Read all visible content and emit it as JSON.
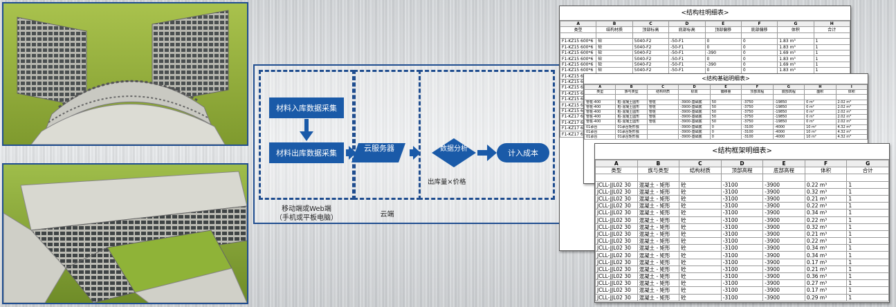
{
  "flow": {
    "nodes": {
      "collect_in": "材料入库数据采集",
      "collect_out": "材料出库数据采集",
      "cloud_server": "云服务器",
      "analysis": "数据分析",
      "cost": "计入成本"
    },
    "formula": "出库量×价格",
    "areas": {
      "mobile_line1": "移动端或Web端",
      "mobile_line2": "（手机或平板电脑）",
      "cloud": "云端"
    },
    "colors": {
      "primary": "#1a5aa8",
      "dash": "#1f4d8f"
    }
  },
  "tables": {
    "column": {
      "title": "<结构柱明细表>",
      "letters": [
        "A",
        "B",
        "C",
        "D",
        "E",
        "F",
        "G",
        "H"
      ],
      "headers": [
        "类型",
        "结构材质",
        "顶部标高",
        "底部标高",
        "顶部偏移",
        "底部偏移",
        "体积",
        "合计"
      ],
      "rows": [
        [
          "F1-KZ15 600*6",
          "砼",
          "5040-F2",
          "-50-F1",
          "0",
          "0",
          "1.83 m³",
          "1"
        ],
        [
          "F1-KZ15 600*6",
          "砼",
          "5040-F2",
          "-50-F1",
          "0",
          "0",
          "1.83 m³",
          "1"
        ],
        [
          "F1-KZ15 600*6",
          "砼",
          "5040-F2",
          "-50-F1",
          "-390",
          "0",
          "1.69 m³",
          "1"
        ],
        [
          "F1-KZ15 600*6",
          "砼",
          "5040-F2",
          "-50-F1",
          "0",
          "0",
          "1.83 m³",
          "1"
        ],
        [
          "F1-KZ15 600*6",
          "砼",
          "5040-F2",
          "-50-F1",
          "-390",
          "0",
          "1.69 m³",
          "1"
        ],
        [
          "F1-KZ15 600*6",
          "砼",
          "5040-F2",
          "-50-F1",
          "0",
          "0",
          "1.83 m³",
          "1"
        ],
        [
          "F1-KZ15 60",
          "",
          "",
          "",
          "",
          "",
          "",
          ""
        ],
        [
          "F1-KZ15 60",
          "",
          "",
          "",
          "",
          "",
          "",
          ""
        ],
        [
          "F1-KZ15 60",
          "",
          "",
          "",
          "",
          "",
          "",
          ""
        ],
        [
          "F1-KZ15 60",
          "",
          "",
          "",
          "",
          "",
          "",
          ""
        ],
        [
          "F1-KZ15 60",
          "",
          "",
          "",
          "",
          "",
          "",
          ""
        ],
        [
          "F1-KZ15 60",
          "",
          "",
          "",
          "",
          "",
          "",
          ""
        ],
        [
          "F1-KZ15 60",
          "",
          "",
          "",
          "",
          "",
          "",
          ""
        ],
        [
          "F1-KZ17 60",
          "",
          "",
          "",
          "",
          "",
          "",
          ""
        ],
        [
          "F1-KZ17 60",
          "",
          "",
          "",
          "",
          "",
          "",
          ""
        ],
        [
          "F1-KZ17 60",
          "",
          "",
          "",
          "",
          "",
          "",
          ""
        ],
        [
          "F1-KZ17 60",
          "",
          "",
          "",
          "",
          "",
          "",
          ""
        ]
      ]
    },
    "foundation": {
      "title": "<结构基础明细表>",
      "letters": [
        "A",
        "B",
        "C",
        "D",
        "E",
        "F",
        "G",
        "H",
        "I"
      ],
      "headers": [
        "类型",
        "族与类型",
        "结构材质",
        "标高",
        "偏移量",
        "顶部高程",
        "底部高程",
        "面积",
        "体积"
      ],
      "rows": [
        [
          "管桩-400",
          "桩-混凝土圆形",
          "管桩",
          "-3900-基础底",
          "50",
          "-3750",
          "-19850",
          "0 m²",
          "2.02 m³"
        ],
        [
          "管桩-400",
          "桩-混凝土圆形",
          "管桩",
          "-3900-基础底",
          "50",
          "-3750",
          "-19850",
          "0 m²",
          "2.02 m³"
        ],
        [
          "管桩-400",
          "桩-混凝土圆形",
          "管桩",
          "-3900-基础底",
          "50",
          "-3750",
          "-19850",
          "0 m²",
          "2.02 m³"
        ],
        [
          "管桩-400",
          "桩-混凝土圆形",
          "管桩",
          "-3900-基础底",
          "50",
          "-3750",
          "-19850",
          "0 m²",
          "2.02 m³"
        ],
        [
          "管桩-400",
          "桩-混凝土圆形",
          "管桩",
          "-3900-基础底",
          "50",
          "-3750",
          "-19850",
          "0 m²",
          "2.02 m³"
        ],
        [
          "01承台",
          "01承台矩形独",
          "",
          "-3900-基础底",
          "0",
          "-3100",
          "-4000",
          "10 m²",
          "4.32 m³"
        ],
        [
          "01承台",
          "01承台矩形独",
          "",
          "-3900-基础底",
          "0",
          "-3100",
          "-4000",
          "10 m²",
          "4.32 m³"
        ],
        [
          "01承台",
          "01承台矩形独",
          "",
          "-3900-基础底",
          "0",
          "-3100",
          "-4000",
          "10 m²",
          "4.32 m³"
        ]
      ]
    },
    "frame": {
      "title": "<结构框架明细表>",
      "letters": [
        "A",
        "B",
        "C",
        "D",
        "E",
        "F",
        "G"
      ],
      "headers": [
        "类型",
        "族与类型",
        "结构材质",
        "顶部高程",
        "底部高程",
        "体积",
        "合计"
      ],
      "rows": [
        [
          "JCLL-JJL02 30",
          "混凝土 - 矩形",
          "砼",
          "-3100",
          "-3900",
          "0.22 m³",
          "1"
        ],
        [
          "JCLL-JJL02 30",
          "混凝土 - 矩形",
          "砼",
          "-3100",
          "-3900",
          "0.32 m³",
          "1"
        ],
        [
          "JCLL-JJL02 30",
          "混凝土 - 矩形",
          "砼",
          "-3100",
          "-3900",
          "0.21 m³",
          "1"
        ],
        [
          "JCLL-JJL02 30",
          "混凝土 - 矩形",
          "砼",
          "-3100",
          "-3900",
          "0.22 m³",
          "1"
        ],
        [
          "JCLL-JJL02 30",
          "混凝土 - 矩形",
          "砼",
          "-3100",
          "-3900",
          "0.34 m³",
          "1"
        ],
        [
          "JCLL-JJL02 30",
          "混凝土 - 矩形",
          "砼",
          "-3100",
          "-3900",
          "0.22 m³",
          "1"
        ],
        [
          "JCLL-JJL02 30",
          "混凝土 - 矩形",
          "砼",
          "-3100",
          "-3900",
          "0.32 m³",
          "1"
        ],
        [
          "JCLL-JJL02 30",
          "混凝土 - 矩形",
          "砼",
          "-3100",
          "-3900",
          "0.21 m³",
          "1"
        ],
        [
          "JCLL-JJL02 30",
          "混凝土 - 矩形",
          "砼",
          "-3100",
          "-3900",
          "0.22 m³",
          "1"
        ],
        [
          "JCLL-JJL02 30",
          "混凝土 - 矩形",
          "砼",
          "-3100",
          "-3900",
          "0.34 m³",
          "1"
        ],
        [
          "JCLL-JJL02 30",
          "混凝土 - 矩形",
          "砼",
          "-3100",
          "-3900",
          "0.34 m³",
          "1"
        ],
        [
          "JCLL-JJL02 30",
          "混凝土 - 矩形",
          "砼",
          "-3100",
          "-3900",
          "0.17 m³",
          "1"
        ],
        [
          "JCLL-JJL02 30",
          "混凝土 - 矩形",
          "砼",
          "-3100",
          "-3900",
          "0.21 m³",
          "1"
        ],
        [
          "JCLL-JJL02 30",
          "混凝土 - 矩形",
          "砼",
          "-3100",
          "-3900",
          "0.36 m³",
          "1"
        ],
        [
          "JCLL-JJL02 30",
          "混凝土 - 矩形",
          "砼",
          "-3100",
          "-3900",
          "0.27 m³",
          "1"
        ],
        [
          "JCLL-JJL02 30",
          "混凝土 - 矩形",
          "砼",
          "-3100",
          "-3900",
          "0.17 m³",
          "1"
        ],
        [
          "JCLL-JJL02 30",
          "混凝土 - 矩形",
          "砼",
          "-3100",
          "-3900",
          "0.29 m³",
          "1"
        ]
      ]
    }
  }
}
